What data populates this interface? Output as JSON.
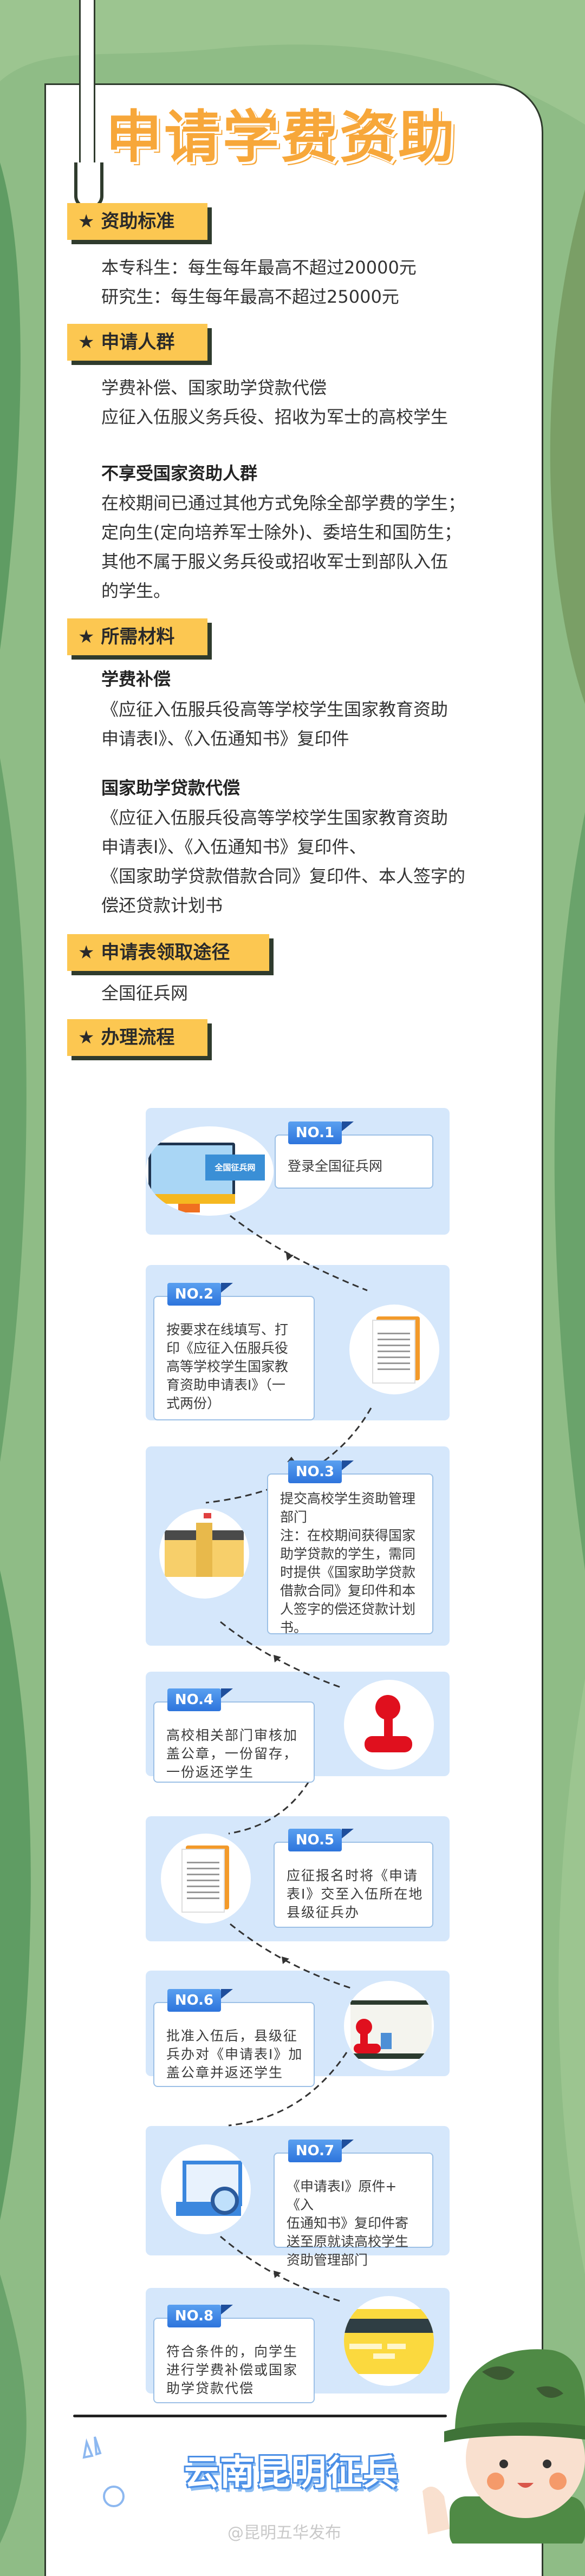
{
  "title": "申请学费资助",
  "colors": {
    "background": "#8fbc86",
    "title": "#f7a73a",
    "header": "#fcc751",
    "panel": "#d5e7fb",
    "tag": "#2d74dc",
    "brand": "#4b8fe6"
  },
  "sections": [
    {
      "header": "★ 资助标准",
      "blocks": [
        {
          "text": "本专科生：每生每年最高不超过20000元\n研究生：每生每年最高不超过25000元"
        }
      ]
    },
    {
      "header": "★ 申请人群",
      "blocks": [
        {
          "text": "学费补偿、国家助学贷款代偿\n应征入伍服义务兵役、招收为军士的高校学生"
        },
        {
          "subtitle": "不享受国家资助人群",
          "text": "在校期间已通过其他方式免除全部学费的学生；\n定向生(定向培养军士除外)、委培生和国防生；\n其他不属于服义务兵役或招收军士到部队入伍\n的学生。"
        }
      ]
    },
    {
      "header": "★ 所需材料",
      "blocks": [
        {
          "subtitle": "学费补偿",
          "text": "《应征入伍服兵役高等学校学生国家教育资助\n申请表I》、《入伍通知书》复印件"
        },
        {
          "subtitle": "国家助学贷款代偿",
          "text": "《应征入伍服兵役高等学校学生国家教育资助\n申请表I》、《入伍通知书》复印件、\n《国家助学贷款借款合同》复印件、本人签字的\n偿还贷款计划书"
        }
      ]
    },
    {
      "header": "★ 申请表领取途径",
      "blocks": [
        {
          "text": "全国征兵网"
        }
      ]
    },
    {
      "header": "★ 办理流程"
    }
  ],
  "steps": [
    {
      "no": "NO.1",
      "text": "登录全国征兵网",
      "icon": "computer-icon",
      "icon_label": "全国征兵网"
    },
    {
      "no": "NO.2",
      "text": "按要求在线填写、打\n印《应征入伍服兵役\n高等学校学生国家教\n育资助申请表I》（一\n式两份）",
      "icon": "document-icon"
    },
    {
      "no": "NO.3",
      "text": "提交高校学生资助管理\n部门\n注：在校期间获得国家\n助学贷款的学生，需同\n时提供《国家助学贷款\n借款合同》复印件和本\n人签字的偿还贷款计划\n书。",
      "icon": "school-building-icon"
    },
    {
      "no": "NO.4",
      "text": "高校相关部门审核加\n盖公章，一份留存，\n一份返还学生",
      "icon": "stamp-icon"
    },
    {
      "no": "NO.5",
      "text": "应征报名时将《申请\n表I》交至入伍所在地\n县级征兵办",
      "icon": "document-icon"
    },
    {
      "no": "NO.6",
      "text": "批准入伍后，县级征\n兵办对《申请表I》加\n盖公章并返还学生",
      "icon": "office-stamp-icon"
    },
    {
      "no": "NO.7",
      "text": "《申请表I》原件+《入\n伍通知书》复印件寄\n送至原就读高校学生\n资助管理部门",
      "icon": "laptop-search-icon"
    },
    {
      "no": "NO.8",
      "text": "符合条件的，向学生\n进行学费补偿或国家\n助学贷款代偿",
      "icon": "bank-card-icon"
    }
  ],
  "footer": {
    "brand": "云南昆明征兵",
    "watermark": "@昆明五华发布"
  }
}
